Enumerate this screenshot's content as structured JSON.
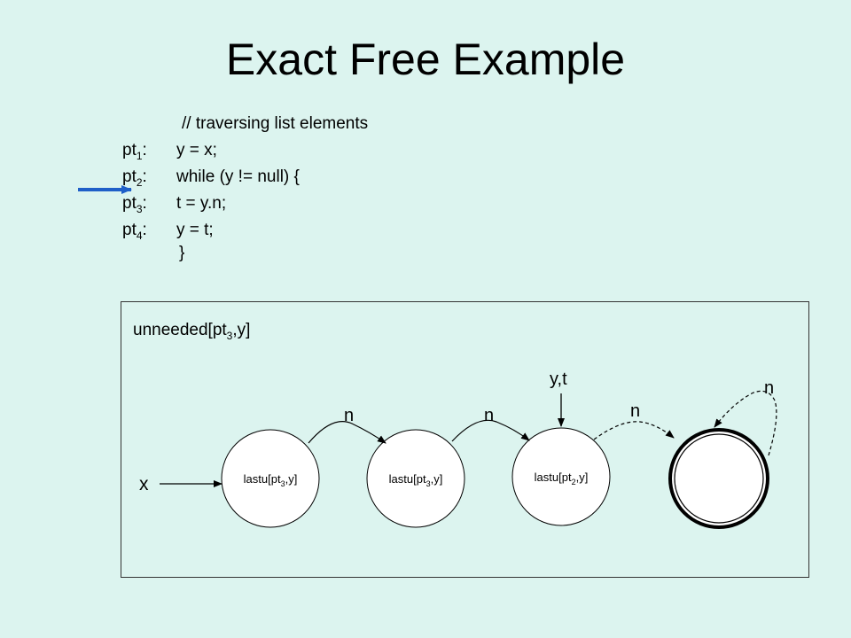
{
  "title": "Exact Free Example",
  "code": {
    "comment": "// traversing list elements",
    "lines": [
      {
        "label": "pt",
        "label_sub": "1",
        "label_suffix": ":",
        "code": "y = x;"
      },
      {
        "label": "pt",
        "label_sub": "2",
        "label_suffix": ":",
        "code": "while (y != null) {"
      },
      {
        "label": "pt",
        "label_sub": "3",
        "label_suffix": ":",
        "code": "t = y.n;"
      },
      {
        "label": "pt",
        "label_sub": "4",
        "label_suffix": ":",
        "code": "y = t;"
      }
    ],
    "closing": "}",
    "current_line_index": 2,
    "pointer_color": "#1f5fc8"
  },
  "diagram": {
    "heading": {
      "prefix": "unneeded[pt",
      "sub": "3",
      "suffix": ",y]"
    },
    "nodes": [
      {
        "prefix": "lastu[pt",
        "sub": "3",
        "suffix": ",y]"
      },
      {
        "prefix": "lastu[pt",
        "sub": "3",
        "suffix": ",y]"
      },
      {
        "prefix": "lastu[pt",
        "sub": "2",
        "suffix": ",y]"
      },
      {
        "prefix": "",
        "sub": "",
        "suffix": "",
        "summary": true
      }
    ],
    "edge_labels": [
      "n",
      "n",
      "n",
      "n"
    ],
    "var_x": "x",
    "var_yt": "y,t"
  }
}
